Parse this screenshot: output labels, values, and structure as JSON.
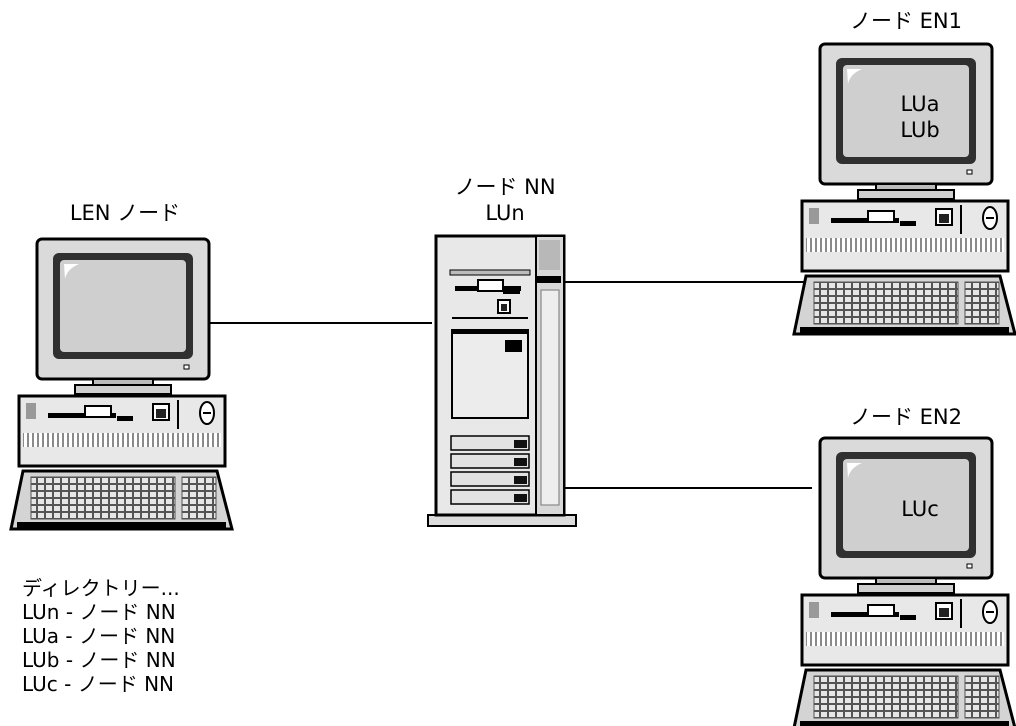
{
  "nodes": {
    "len": {
      "label": "LEN ノード"
    },
    "nn": {
      "label": "ノード NN",
      "lu": "LUn"
    },
    "en1": {
      "label": "ノード EN1",
      "lus": [
        "LUa",
        "LUb"
      ]
    },
    "en2": {
      "label": "ノード EN2",
      "lus": [
        "LUc"
      ]
    }
  },
  "directory": {
    "title": "ディレクトリー...",
    "entries": [
      "LUn - ノード NN",
      "LUa - ノード NN",
      "LUb - ノード NN",
      "LUc - ノード NN"
    ]
  },
  "connections": [
    {
      "from": "len",
      "to": "nn"
    },
    {
      "from": "nn",
      "to": "en1"
    },
    {
      "from": "nn",
      "to": "en2"
    }
  ]
}
